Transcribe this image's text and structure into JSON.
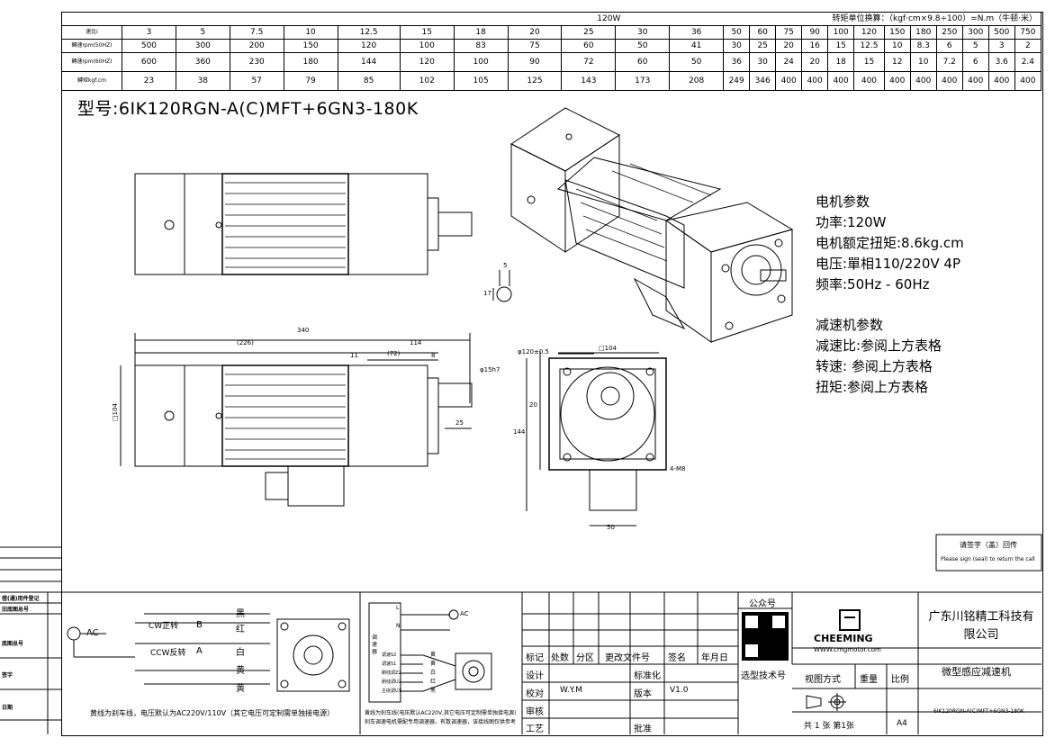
{
  "spec_table": {
    "title": "120W",
    "unit_note": "转矩单位换算：（kgf·cm×9.8÷100）=N.m（牛顿·米）",
    "rows": [
      {
        "label": "速比i",
        "values": [
          "3",
          "5",
          "7.5",
          "10",
          "12.5",
          "15",
          "18",
          "20",
          "25",
          "30",
          "36",
          "50",
          "60",
          "75",
          "90",
          "100",
          "120",
          "150",
          "180",
          "250",
          "300",
          "500",
          "750"
        ]
      },
      {
        "label": "轉速rpm(50HZ)",
        "values": [
          "500",
          "300",
          "200",
          "150",
          "120",
          "100",
          "83",
          "75",
          "60",
          "50",
          "41",
          "30",
          "25",
          "20",
          "16",
          "15",
          "12.5",
          "10",
          "8.3",
          "6",
          "5",
          "3",
          "2"
        ]
      },
      {
        "label": "轉速rpm(60HZ)",
        "values": [
          "600",
          "360",
          "230",
          "180",
          "144",
          "120",
          "100",
          "90",
          "72",
          "60",
          "50",
          "36",
          "30",
          "24",
          "20",
          "18",
          "15",
          "12",
          "10",
          "7.2",
          "6",
          "3.6",
          "2.4"
        ]
      },
      {
        "label": "轉矩kgf.cm",
        "values": [
          "23",
          "38",
          "57",
          "79",
          "85",
          "102",
          "105",
          "125",
          "143",
          "173",
          "208",
          "249",
          "346",
          "400",
          "400",
          "400",
          "400",
          "400",
          "400",
          "400",
          "400",
          "400",
          "400"
        ]
      }
    ]
  },
  "model": "型号:6IK120RGN-A(C)MFT+6GN3-180K",
  "motor_params": {
    "heading": "电机参数",
    "power": "功率:120W",
    "torque": "电机额定扭矩:8.6kg.cm",
    "voltage": "电压:單相110/220V 4P",
    "frequency": "频率:50Hz - 60Hz"
  },
  "reducer_params": {
    "heading": "减速机参数",
    "ratio": "减速比:参阅上方表格",
    "speed": "转速: 参阅上方表格",
    "torque": "扭矩:参阅上方表格"
  },
  "dims": {
    "total": "340",
    "d226": "(226)",
    "d114": "114",
    "d11": "11",
    "d72": "(72)",
    "d8": "8",
    "d15": "φ15h7",
    "d25": "25",
    "sq104": "□104",
    "d120": "φ120±0.5",
    "sq104b": "□104",
    "d20": "20",
    "d144": "144",
    "m8": "4-M8",
    "d50": "50",
    "key5": "5",
    "key17": "17"
  },
  "wiring_left": {
    "ac": "AC",
    "cw": "CW正转",
    "ccw": "CCW反转",
    "b": "B",
    "a": "A",
    "colors": [
      "黑",
      "红",
      "白",
      "黄",
      "黄"
    ],
    "note": "黄线为刹车线，电压默认为AC220V/110V（其它电压可定制需单独接电源）"
  },
  "wiring_mid": {
    "ac": "AC",
    "l": "L",
    "n": "N",
    "box": "调速器",
    "pins": [
      "调速S2",
      "调速S1",
      "刷线调Z2",
      "刷线调U2",
      "主绕调U1"
    ],
    "colors": [
      "黄",
      "黄",
      "白",
      "红",
      "黑"
    ],
    "note1": "黄线为刹车线(电压默认AC220V,其它电压可定制需单独接电源)",
    "note2": "刹车调速电机需配专用调速器，有数调速器，该接线图仅供参考"
  },
  "title_block": {
    "public": "公众号",
    "brand": "CHEEMING",
    "site": "WWW.cmgmotor.com",
    "company": "广东川铭精工科技有限公司",
    "product": "微型感应减速机",
    "model_small": "6IK120RGN-A(C)MFT+6GN3-180K",
    "h_mark": "标记",
    "h_count": "处数",
    "h_zone": "分区",
    "h_doc": "更改文件号",
    "h_sign": "签名",
    "h_date": "年月日",
    "design": "设计",
    "standard": "标准化",
    "check": "校对",
    "checker": "W.Y.M",
    "version": "版本",
    "version_val": "V1.0",
    "review": "审核",
    "process": "工艺",
    "approve": "批准",
    "select": "选型技术号",
    "view": "视图方式",
    "weight": "重量",
    "scale": "比例",
    "sheets": "共 1 张 第1张",
    "size": "A4",
    "sign_note1": "请签字（盖）回传",
    "sign_note2": "Please sign (seal) to return the call"
  },
  "left_labels": [
    "借(通)用件登记",
    "旧底图总号",
    "底图总号",
    "签字",
    "日期"
  ]
}
